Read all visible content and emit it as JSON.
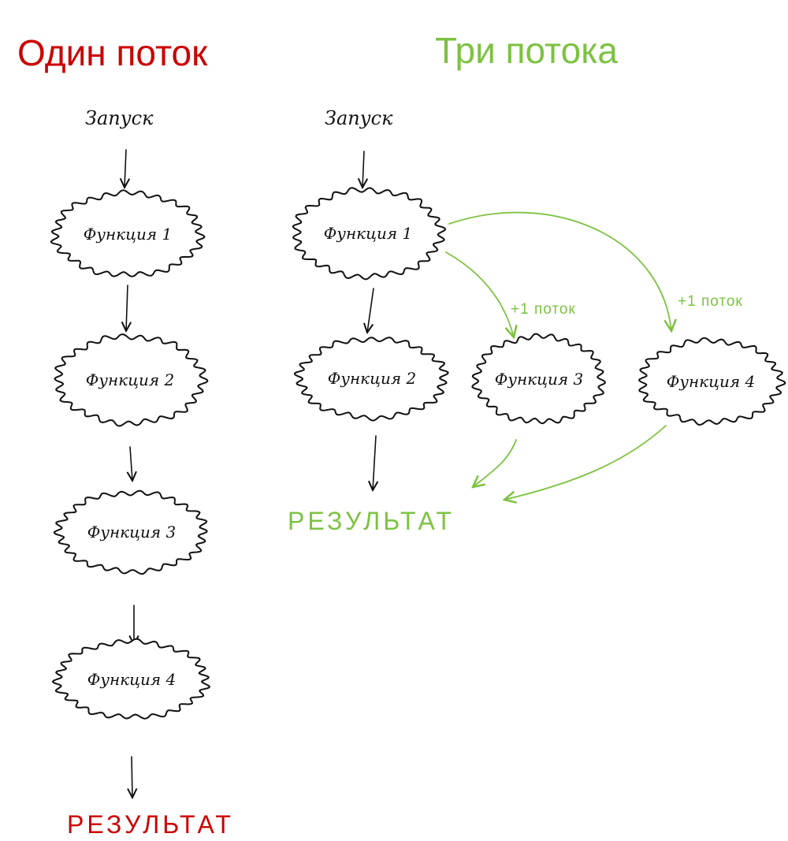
{
  "single_thread": {
    "title": "Один поток",
    "start_label": "Запуск",
    "functions": [
      "Функция 1",
      "Функция 2",
      "Функция 3",
      "Функция 4"
    ],
    "result_label": "РЕЗУЛЬТАТ",
    "color": "#cc0000"
  },
  "three_threads": {
    "title": "Три потока",
    "start_label": "Запуск",
    "functions": [
      "Функция 1",
      "Функция 2",
      "Функция 3",
      "Функция 4"
    ],
    "thread_notes": [
      "+1 поток",
      "+1 поток"
    ],
    "result_label": "РЕЗУЛЬТАТ",
    "color": "#7dc242"
  }
}
